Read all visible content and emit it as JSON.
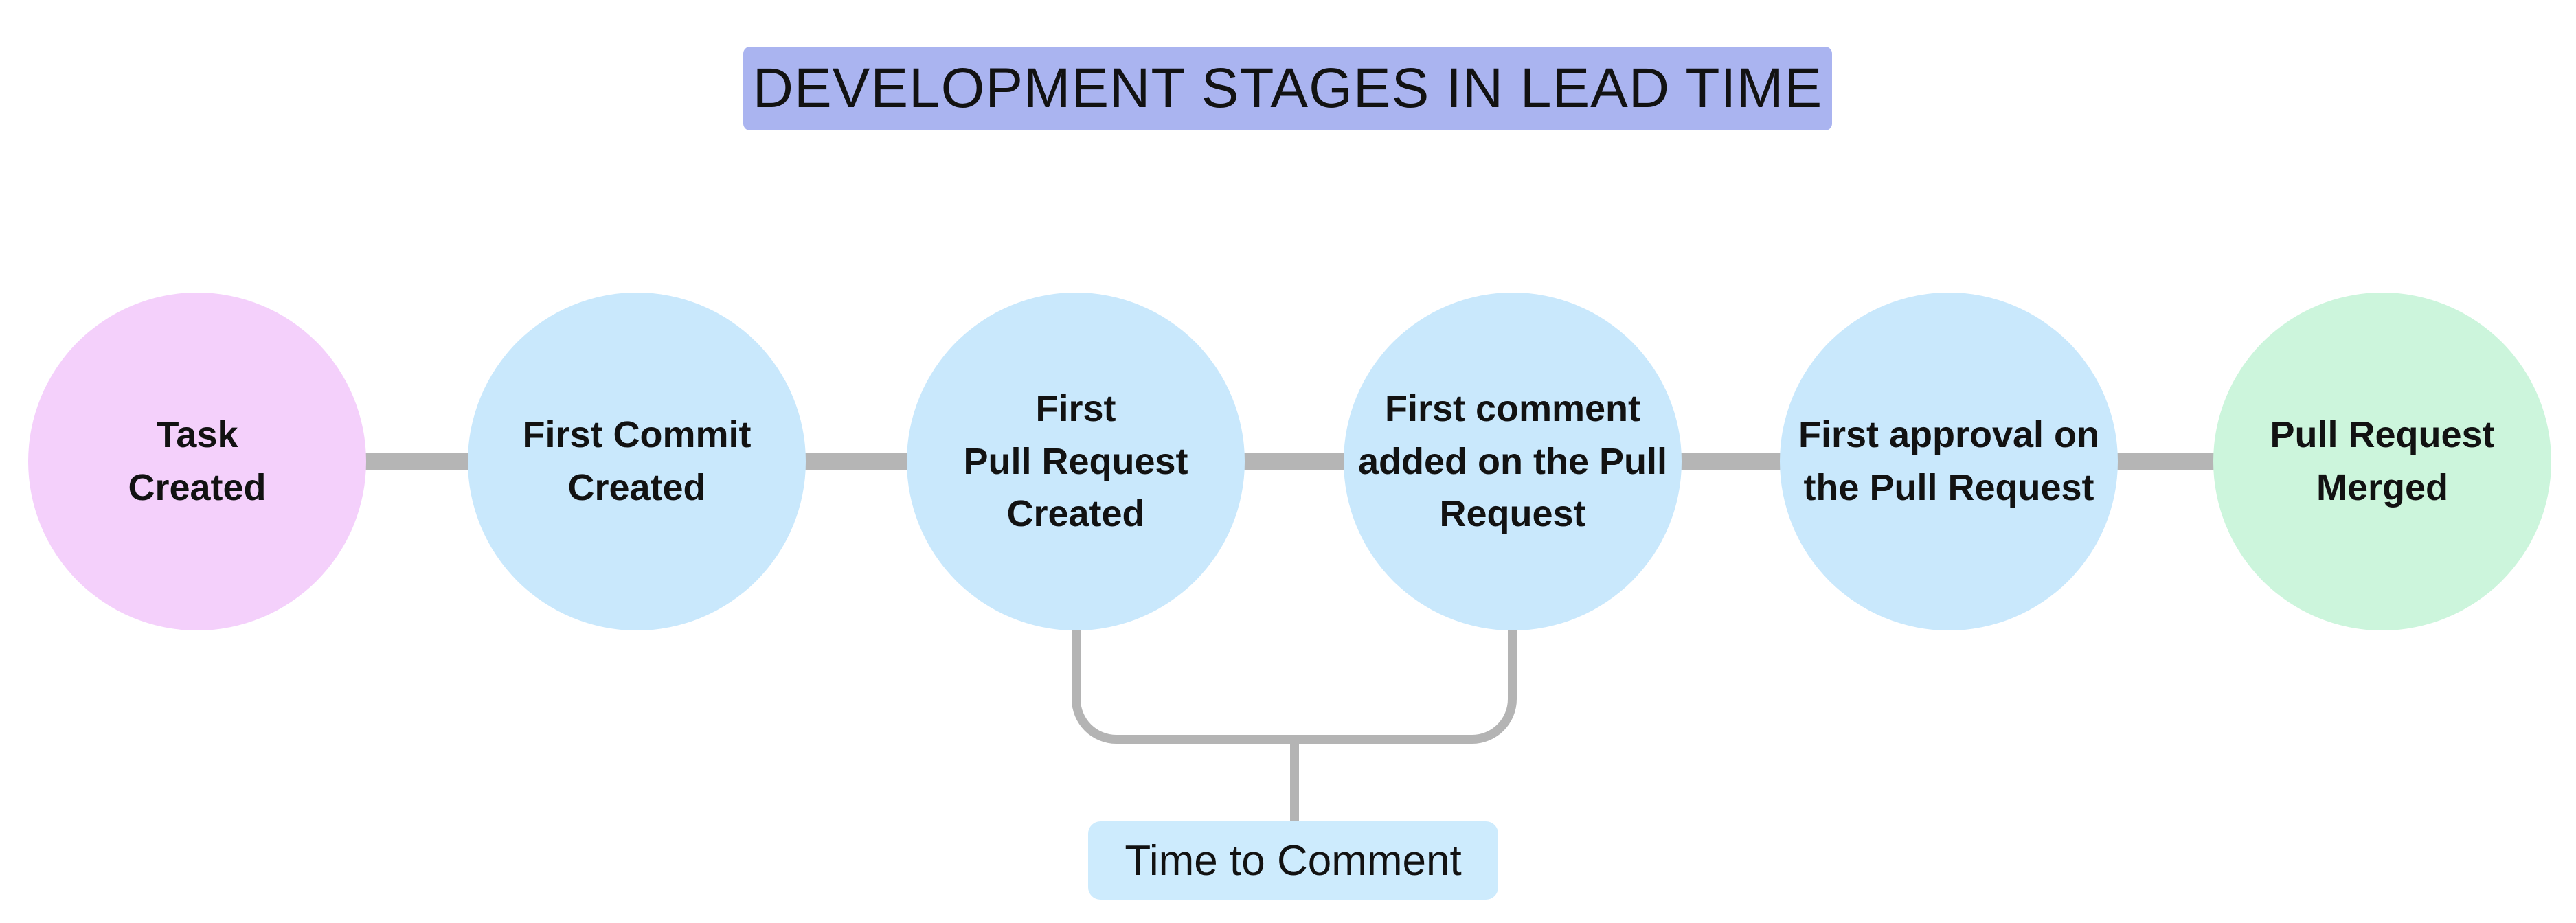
{
  "title": {
    "text": "DEVELOPMENT STAGES IN LEAD TIME",
    "bg": "#aab4f0"
  },
  "stages": [
    {
      "name": "task-created",
      "label": "Task\nCreated",
      "color": "#f4d0fb"
    },
    {
      "name": "first-commit-created",
      "label": "First Commit\nCreated",
      "color": "#c9e8fc"
    },
    {
      "name": "first-pull-request-created",
      "label": "First\nPull Request\nCreated",
      "color": "#c9e8fc"
    },
    {
      "name": "first-comment-added",
      "label": "First comment\nadded on the Pull\nRequest",
      "color": "#c9e8fc"
    },
    {
      "name": "first-approval",
      "label": "First approval on\nthe Pull Request",
      "color": "#c9e8fc"
    },
    {
      "name": "pull-request-merged",
      "label": "Pull Request\nMerged",
      "color": "#ccf5dc"
    }
  ],
  "annotation": {
    "label": "Time to Comment",
    "bg": "#cdebfd",
    "spans_stages": [
      "First Pull Request Created",
      "First comment added on the Pull Request"
    ]
  },
  "colors": {
    "connector": "#b5b5b5",
    "bracket": "#b4b4b4",
    "text": "#121212"
  }
}
